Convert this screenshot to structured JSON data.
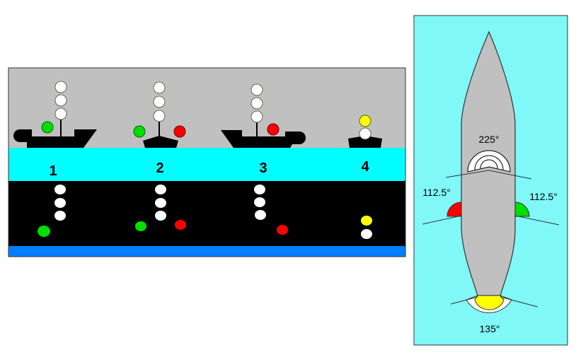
{
  "colors": {
    "sky": "#c0c0c0",
    "water_day": "#00ffff",
    "night": "#000000",
    "water_band": "#0080ff",
    "panel_bg": "#80f8f8",
    "hull_gray": "#c0c0c0",
    "white_light": "#ffffff",
    "green_light": "#00dd00",
    "red_light": "#ff0000",
    "yellow_light": "#ffff00"
  },
  "scenes": [
    {
      "number": "1"
    },
    {
      "number": "2"
    },
    {
      "number": "3"
    },
    {
      "number": "4"
    }
  ],
  "sector_diagram": {
    "masthead_angle": "225°",
    "port_angle": "112.5°",
    "starboard_angle": "112.5°",
    "stern_angle": "135°"
  }
}
